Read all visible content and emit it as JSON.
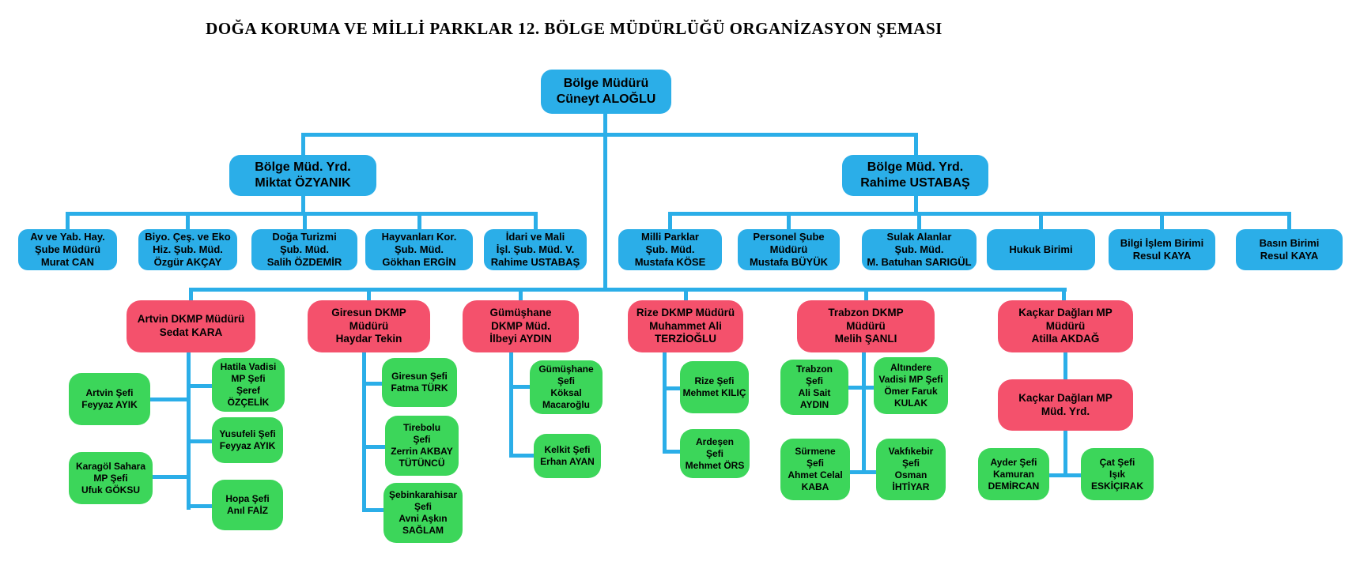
{
  "title": "DOĞA KORUMA VE MİLLİ PARKLAR 12. BÖLGE MÜDÜRLÜĞÜ ORGANİZASYON ŞEMASI",
  "colors": {
    "box_blue": "#2BAEE8",
    "box_red": "#F4516C",
    "box_green": "#3CD65A",
    "line": "#2BAEE8",
    "text": "#000000"
  },
  "org": {
    "director": {
      "label": "Bölge Müdürü\nCüneyt ALOĞLU"
    },
    "deputies": [
      {
        "label": "Bölge Müd. Yrd.\nMiktat ÖZYANIK"
      },
      {
        "label": "Bölge Müd. Yrd.\nRahime USTABAŞ"
      }
    ],
    "branches": [
      {
        "label": "Av ve Yab. Hay.\nŞube Müdürü\nMurat CAN"
      },
      {
        "label": "Biyo. Çeş. ve Eko\nHiz. Şub. Müd.\nÖzgür AKÇAY"
      },
      {
        "label": "Doğa Turizmi\nŞub. Müd.\nSalih ÖZDEMİR"
      },
      {
        "label": "Hayvanları Kor.\nŞub. Müd.\nGökhan ERGİN"
      },
      {
        "label": "İdari ve Mali\nİşl. Şub. Müd. V.\nRahime USTABAŞ"
      },
      {
        "label": "Milli Parklar\nŞub. Müd.\nMustafa KÖSE"
      },
      {
        "label": "Personel Şube\nMüdürü\nMustafa BÜYÜK"
      },
      {
        "label": "Sulak Alanlar\nŞub. Müd.\nM. Batuhan SARIGÜL"
      },
      {
        "label": "Hukuk Birimi"
      },
      {
        "label": "Bilgi İşlem Birimi\nResul KAYA"
      },
      {
        "label": "Basın Birimi\nResul KAYA"
      }
    ],
    "provinces": [
      {
        "label": "Artvin DKMP Müdürü\nSedat KARA"
      },
      {
        "label": "Giresun DKMP\nMüdürü\nHaydar Tekin"
      },
      {
        "label": "Gümüşhane\nDKMP Müd.\nİlbeyi AYDIN"
      },
      {
        "label": "Rize DKMP Müdürü\nMuhammet Ali\nTERZİOĞLU"
      },
      {
        "label": "Trabzon DKMP\nMüdürü\nMelih ŞANLI"
      },
      {
        "label": "Kaçkar Dağları MP\nMüdürü\nAtilla AKDAĞ"
      }
    ],
    "kackar_deputy": {
      "label": "Kaçkar Dağları MP\nMüd. Yrd."
    },
    "chiefs": {
      "artvin": [
        {
          "label": "Artvin Şefi\nFeyyaz AYIK"
        },
        {
          "label": "Karagöl Sahara\nMP Şefi\nUfuk GÖKSU"
        },
        {
          "label": "Hatila Vadisi\nMP Şefi\nŞeref\nÖZÇELİK"
        },
        {
          "label": "Yusufeli Şefi\nFeyyaz AYIK"
        },
        {
          "label": "Hopa Şefi\nAnıl FAİZ"
        }
      ],
      "giresun": [
        {
          "label": "Giresun Şefi\nFatma TÜRK"
        },
        {
          "label": "Tirebolu\nŞefi\nZerrin AKBAY\nTÜTÜNCÜ"
        },
        {
          "label": "Şebinkarahisar\nŞefi\nAvni Aşkın\nSAĞLAM"
        }
      ],
      "gumushane": [
        {
          "label": "Gümüşhane\nŞefi\nKöksal\nMacaroğlu"
        },
        {
          "label": "Kelkit Şefi\nErhan AYAN"
        }
      ],
      "rize": [
        {
          "label": "Rize Şefi\nMehmet KILIÇ"
        },
        {
          "label": "Ardeşen\nŞefi\nMehmet ÖRS"
        }
      ],
      "trabzon": [
        {
          "label": "Trabzon\nŞefi\nAli Sait\nAYDIN"
        },
        {
          "label": "Altındere\nVadisi MP Şefi\nÖmer Faruk\nKULAK"
        },
        {
          "label": "Sürmene\nŞefi\nAhmet Celal\nKABA"
        },
        {
          "label": "Vakfıkebir\nŞefi\nOsman\nİHTİYAR"
        }
      ],
      "kackar": [
        {
          "label": "Ayder Şefi\nKamuran\nDEMİRCAN"
        },
        {
          "label": "Çat Şefi\nIşık\nESKİÇIRAK"
        }
      ]
    }
  }
}
